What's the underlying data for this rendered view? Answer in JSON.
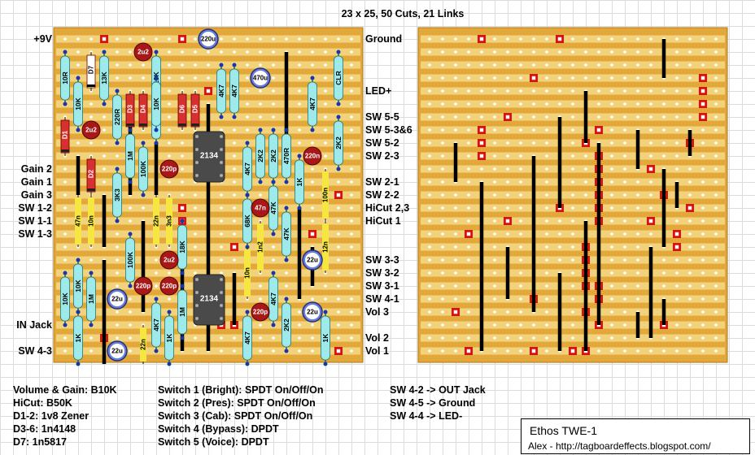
{
  "title": "23 x 25, 50 Cuts, 21 Links",
  "board": {
    "cols": 23,
    "rows": 25
  },
  "colors": {
    "board": "#e2a83a",
    "strip": "#f2d27a",
    "hole": "#ffffff",
    "cut": "#e01010",
    "link": "#000000",
    "resistor": "#9eeaea",
    "film_cap": "#f5e642",
    "electro_cap": "#6a7cd8",
    "ceramic_cap": "#a81818",
    "ic": "#4a4a4a"
  },
  "left_labels": [
    {
      "text": "+9V",
      "row": 0
    },
    {
      "text": "Gain 2",
      "row": 10
    },
    {
      "text": "Gain 1",
      "row": 11
    },
    {
      "text": "Gain 3",
      "row": 12
    },
    {
      "text": "SW 1-2",
      "row": 13
    },
    {
      "text": "SW 1-1",
      "row": 14
    },
    {
      "text": "SW 1-3",
      "row": 15
    },
    {
      "text": "IN Jack",
      "row": 22
    },
    {
      "text": "SW 4-3",
      "row": 24
    }
  ],
  "right_labels": [
    {
      "text": "Ground",
      "row": 0
    },
    {
      "text": "LED+",
      "row": 4
    },
    {
      "text": "SW 5-5",
      "row": 6
    },
    {
      "text": "SW 5-3&6",
      "row": 7
    },
    {
      "text": "SW 5-2",
      "row": 8
    },
    {
      "text": "SW 2-3",
      "row": 9
    },
    {
      "text": "SW 2-1",
      "row": 11
    },
    {
      "text": "SW 2-2",
      "row": 12
    },
    {
      "text": "HiCut 2,3",
      "row": 13
    },
    {
      "text": "HiCut 1",
      "row": 14
    },
    {
      "text": "SW 3-3",
      "row": 17
    },
    {
      "text": "SW 3-2",
      "row": 18
    },
    {
      "text": "SW 3-1",
      "row": 19
    },
    {
      "text": "SW 4-1",
      "row": 20
    },
    {
      "text": "Vol 3",
      "row": 21
    },
    {
      "text": "Vol 2",
      "row": 23
    },
    {
      "text": "Vol 1",
      "row": 24
    }
  ],
  "notes_col1": [
    "Volume & Gain: B10K",
    "HiCut: B50K",
    "D1-2: 1v8 Zener",
    "D3-6: 1n4148",
    "D7: 1n5817"
  ],
  "notes_col2": [
    "Switch 1 (Bright): SPDT On/Off/On",
    "Switch 2 (Pres): SPDT On/Off/On",
    "Switch 3 (Cab): SPDT On/Off/On",
    "Switch 4 (Bypass): DPDT",
    "Switch 5 (Voice): DPDT"
  ],
  "notes_col3": [
    "SW 4-2 -> OUT Jack",
    "SW 4-5 -> Ground",
    "SW 4-4 -> LED-"
  ],
  "credit": {
    "name": "Ethos TWE-1",
    "url": "Alex - http://tagboardeffects.blogspot.com/"
  },
  "ics": [
    {
      "label": "2134",
      "col": 10,
      "row": 8
    },
    {
      "label": "2134",
      "col": 10,
      "row": 19
    }
  ],
  "resistors": [
    {
      "label": "10R",
      "col": 0,
      "row1": 1,
      "row2": 5
    },
    {
      "label": "10K",
      "col": 1,
      "row1": 3,
      "row2": 7
    },
    {
      "label": "13K",
      "col": 3,
      "row1": 1,
      "row2": 5
    },
    {
      "label": "10K",
      "col": 7,
      "row1": 1,
      "row2": 5
    },
    {
      "label": "4K7",
      "col": 12,
      "row1": 2,
      "row2": 6
    },
    {
      "label": "4K7",
      "col": 7,
      "row1": 4,
      "row2": 8
    },
    {
      "label": "10K",
      "col": 7,
      "row1": 3,
      "row2": 7
    },
    {
      "label": "220R",
      "col": 4,
      "row1": 4,
      "row2": 8
    },
    {
      "label": "1M",
      "col": 5,
      "row1": 7,
      "row2": 11
    },
    {
      "label": "100K",
      "col": 6,
      "row1": 8,
      "row2": 12
    },
    {
      "label": "3K3",
      "col": 4,
      "row1": 10,
      "row2": 14
    },
    {
      "label": "18K",
      "col": 9,
      "row1": 14,
      "row2": 18
    },
    {
      "label": "100K",
      "col": 5,
      "row1": 15,
      "row2": 19
    },
    {
      "label": "4K7",
      "col": 13,
      "row1": 2,
      "row2": 6
    },
    {
      "label": "4K7",
      "col": 14,
      "row1": 8,
      "row2": 12
    },
    {
      "label": "2K2",
      "col": 15,
      "row1": 7,
      "row2": 11
    },
    {
      "label": "2K2",
      "col": 16,
      "row1": 7,
      "row2": 11
    },
    {
      "label": "470R",
      "col": 17,
      "row1": 7,
      "row2": 11
    },
    {
      "label": "4K7",
      "col": 19,
      "row1": 3,
      "row2": 7
    },
    {
      "label": "CLR",
      "col": 21,
      "row1": 1,
      "row2": 5
    },
    {
      "label": "2K2",
      "col": 21,
      "row1": 6,
      "row2": 10
    },
    {
      "label": "1K",
      "col": 18,
      "row1": 9,
      "row2": 13
    },
    {
      "label": "47K",
      "col": 16,
      "row1": 11,
      "row2": 15
    },
    {
      "label": "68K",
      "col": 14,
      "row1": 12,
      "row2": 16
    },
    {
      "label": "47K",
      "col": 17,
      "row1": 13,
      "row2": 17
    },
    {
      "label": "10K",
      "col": 1,
      "row1": 17,
      "row2": 21
    },
    {
      "label": "10K",
      "col": 0,
      "row1": 18,
      "row2": 22
    },
    {
      "label": "1M",
      "col": 2,
      "row1": 18,
      "row2": 22
    },
    {
      "label": "1K",
      "col": 1,
      "row1": 21,
      "row2": 25
    },
    {
      "label": "4K7",
      "col": 7,
      "row1": 20,
      "row2": 24
    },
    {
      "label": "1K",
      "col": 8,
      "row1": 21,
      "row2": 25
    },
    {
      "label": "1M",
      "col": 9,
      "row1": 19,
      "row2": 23
    },
    {
      "label": "4K7",
      "col": 16,
      "row1": 18,
      "row2": 22
    },
    {
      "label": "4K7",
      "col": 14,
      "row1": 21,
      "row2": 25
    },
    {
      "label": "2K2",
      "col": 17,
      "row1": 20,
      "row2": 24
    },
    {
      "label": "1K",
      "col": 20,
      "row1": 21,
      "row2": 25
    }
  ],
  "diodes": [
    {
      "label": "D7",
      "col": 2,
      "row1": 1,
      "row2": 4,
      "white": true
    },
    {
      "label": "D3",
      "col": 5,
      "row1": 4,
      "row2": 7
    },
    {
      "label": "D4",
      "col": 6,
      "row1": 4,
      "row2": 7
    },
    {
      "label": "D6",
      "col": 9,
      "row1": 4,
      "row2": 7
    },
    {
      "label": "D5",
      "col": 10,
      "row1": 4,
      "row2": 7
    },
    {
      "label": "D1",
      "col": 0,
      "row1": 6,
      "row2": 9
    },
    {
      "label": "D2",
      "col": 2,
      "row1": 9,
      "row2": 12
    }
  ],
  "film_caps": [
    {
      "label": "47n",
      "col": 1,
      "row1": 12,
      "row2": 16
    },
    {
      "label": "10n",
      "col": 2,
      "row1": 12,
      "row2": 16
    },
    {
      "label": "3n3",
      "col": 8,
      "row1": 12,
      "row2": 16
    },
    {
      "label": "22n",
      "col": 7,
      "row1": 12,
      "row2": 16
    },
    {
      "label": "1n2",
      "col": 15,
      "row1": 14,
      "row2": 18
    },
    {
      "label": "10n",
      "col": 14,
      "row1": 16,
      "row2": 20
    },
    {
      "label": "100n",
      "col": 20,
      "row1": 10,
      "row2": 14
    },
    {
      "label": "12n",
      "col": 20,
      "row1": 14,
      "row2": 18
    },
    {
      "label": "22n",
      "col": 6,
      "row1": 22,
      "row2": 25
    }
  ],
  "ceramic_caps": [
    {
      "label": "2u2",
      "col": 6,
      "row": 1
    },
    {
      "label": "2u2",
      "col": 2,
      "row": 7
    },
    {
      "label": "220p",
      "col": 8,
      "row": 10
    },
    {
      "label": "220n",
      "col": 19,
      "row": 9
    },
    {
      "label": "47n",
      "col": 15,
      "row": 13
    },
    {
      "label": "2u2",
      "col": 8,
      "row": 17
    },
    {
      "label": "220p",
      "col": 6,
      "row": 19
    },
    {
      "label": "220p",
      "col": 8,
      "row": 19
    },
    {
      "label": "220p",
      "col": 15,
      "row": 21
    }
  ],
  "electro_caps": [
    {
      "label": "220u",
      "col": 11,
      "row": 0
    },
    {
      "label": "470u",
      "col": 15,
      "row": 3
    },
    {
      "label": "22u",
      "col": 19,
      "row": 17
    },
    {
      "label": "22u",
      "col": 4,
      "row": 20
    },
    {
      "label": "22u",
      "col": 19,
      "row": 21
    },
    {
      "label": "22u",
      "col": 4,
      "row": 24
    }
  ]
}
